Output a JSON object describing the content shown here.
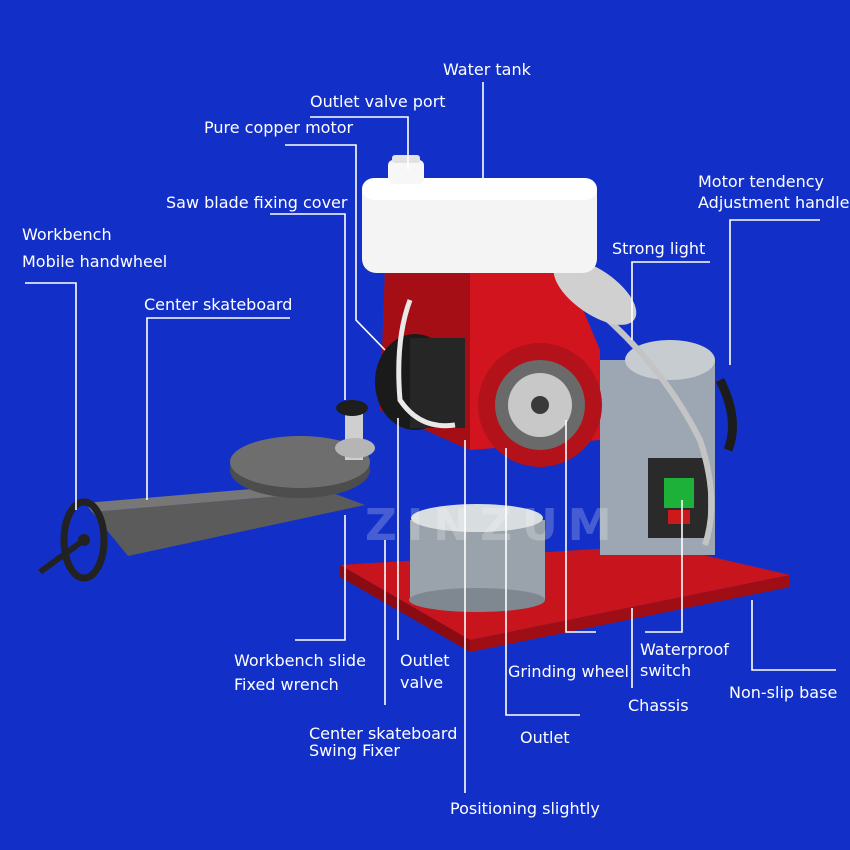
{
  "watermark": "ZINZUM",
  "colors": {
    "background": "#1230c8",
    "leader_line": "#ffffff",
    "machine_red": "#d2141e",
    "water_tank": "#f4f4f4",
    "base_gray": "#6a6a6a"
  },
  "labels": {
    "water_tank": "Water tank",
    "outlet_valve_port": "Outlet valve port",
    "pure_copper_motor": "Pure copper motor",
    "saw_blade_fixing_cover": "Saw blade fixing cover",
    "motor_tendency_l1": "Motor tendency",
    "motor_tendency_l2": "Adjustment handle",
    "workbench_l1": "Workbench",
    "workbench_l2": "Mobile handwheel",
    "strong_light": "Strong light",
    "center_skateboard": "Center skateboard",
    "workbench_slide_l1": "Workbench slide",
    "workbench_slide_l2": "Fixed wrench",
    "outlet_valve_l1": "Outlet",
    "outlet_valve_l2": "valve",
    "grinding_wheel": "Grinding wheel",
    "waterproof_switch_l1": "Waterproof",
    "waterproof_switch_l2": "switch",
    "chassis": "Chassis",
    "non_slip_base": "Non-slip base",
    "outlet": "Outlet",
    "center_skateboard_swing_l1": "Center skateboard",
    "center_skateboard_swing_l2": "Swing Fixer",
    "positioning_slightly": "Positioning slightly"
  }
}
